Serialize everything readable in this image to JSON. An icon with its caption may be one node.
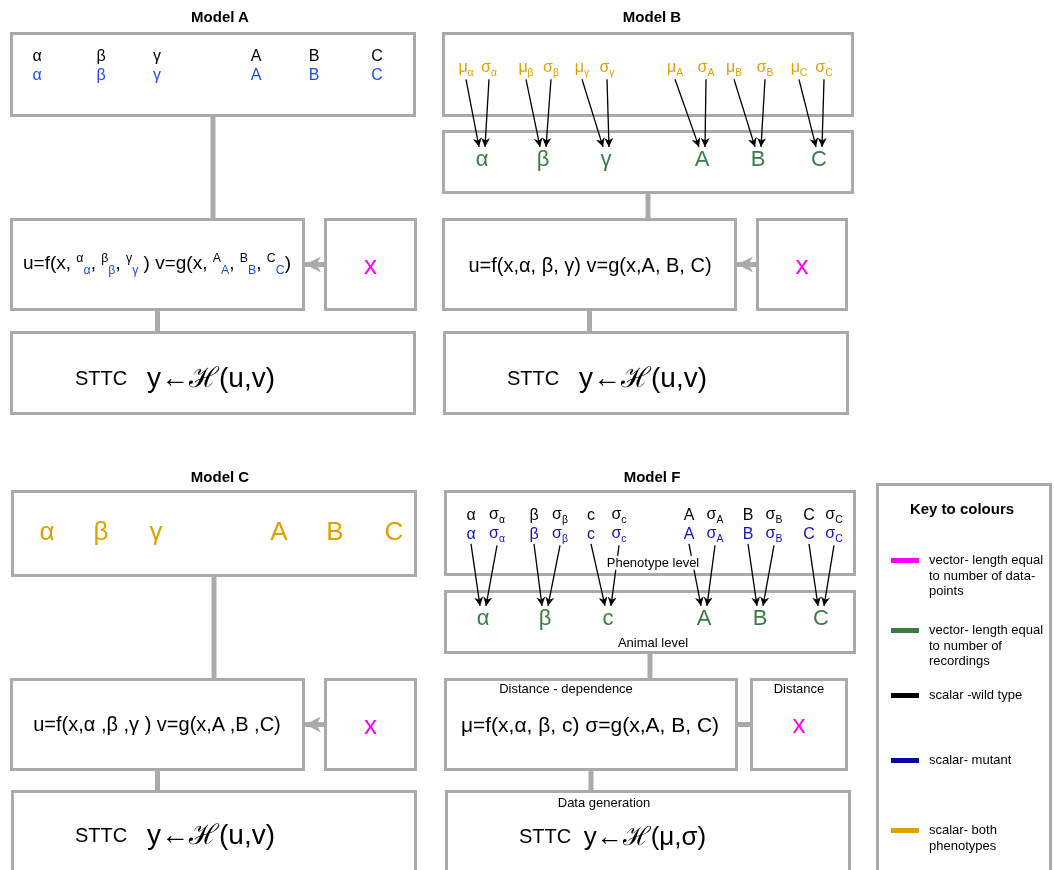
{
  "diagram": {
    "nodes": [
      {
        "text": [
          "α",
          "α",
          "β",
          "β",
          "γ",
          "γ",
          "A",
          "A",
          "B",
          "B",
          "C",
          "C"
        ]
      },
      {
        "text": [
          "u=f(x, $^{α}$$_{α}$, $^{β}$$_{β}$, $^{γ}$$_{γ}$ ) v=g(x, $^{A}$$_{A}$, $^{B}$$_{B}$, $^{C}$$_{C}$)"
        ]
      },
      {
        "text": [
          "x"
        ]
      },
      {
        "text": [
          "STTC",
          "y←ℋ(u,v)"
        ]
      },
      {
        "text": [],
        "shape": "box"
      },
      {
        "text": [
          "μ$_{α}$"
        ],
        "in": 4
      },
      {
        "text": [
          "σ$_{α}$"
        ],
        "in": 4
      },
      {
        "text": [
          "μ$_{β}$"
        ],
        "in": 4
      },
      {
        "text": [
          "σ$_{β}$"
        ],
        "in": 4
      },
      {
        "text": [
          "μ$_{γ}$"
        ],
        "in": 4
      },
      {
        "text": [
          "σ$_{γ}$"
        ],
        "in": 4
      },
      {
        "text": [
          "μ$_{A}$"
        ],
        "in": 4
      },
      {
        "text": [
          "σ$_{A}$"
        ],
        "in": 4
      },
      {
        "text": [
          "μ$_{B}$"
        ],
        "in": 4
      },
      {
        "text": [
          "σ$_{B}$"
        ],
        "in": 4
      },
      {
        "text": [
          "μ$_{C}$"
        ],
        "in": 4
      },
      {
        "text": [
          "σ$_{C}$"
        ],
        "in": 4
      },
      {
        "text": [],
        "shape": "box"
      },
      {
        "text": [
          "α"
        ],
        "in": 17
      },
      {
        "text": [
          "β"
        ],
        "in": 17
      },
      {
        "text": [
          "γ"
        ],
        "in": 17
      },
      {
        "text": [
          "A"
        ],
        "in": 17
      },
      {
        "text": [
          "B"
        ],
        "in": 17
      },
      {
        "text": [
          "C"
        ],
        "in": 17
      },
      {
        "text": [
          "u=f(x,α, β, γ) v=g(x,A, B, C)"
        ]
      },
      {
        "text": [
          "x"
        ]
      },
      {
        "text": [
          "STTC",
          "y←ℋ(u,v)"
        ]
      },
      {
        "text": [
          "α",
          "β",
          "γ",
          "A",
          "B",
          "C"
        ]
      },
      {
        "text": [
          "u=f(x,α ,β ,γ ) v=g(x,A ,B ,C)"
        ]
      },
      {
        "text": [
          "x"
        ]
      },
      {
        "text": [
          "STTC",
          "y←ℋ(u,v)"
        ]
      },
      {
        "text": [
          "α",
          "σ$_{α}$",
          "β",
          "σ$_{β}$",
          "c",
          "σ$_{c}$",
          "A",
          "σ$_{A}$",
          "B",
          "σ$_{B}$",
          "C",
          "σ$_{C}$",
          "Phenotype level"
        ]
      },
      {
        "text": [
          "α"
        ],
        "in": 31
      },
      {
        "text": [
          "σ$_{α}$"
        ],
        "in": 31
      },
      {
        "text": [
          "β"
        ],
        "in": 31
      },
      {
        "text": [
          "σ$_{β}$"
        ],
        "in": 31
      },
      {
        "text": [
          "c"
        ],
        "in": 31
      },
      {
        "text": [
          "σ$_{c}$"
        ],
        "in": 31
      },
      {
        "text": [
          "A"
        ],
        "in": 31
      },
      {
        "text": [
          "σ$_{A}$"
        ],
        "in": 31
      },
      {
        "text": [
          "B"
        ],
        "in": 31
      },
      {
        "text": [
          "σ$_{B}$"
        ],
        "in": 31
      },
      {
        "text": [
          "C"
        ],
        "in": 31
      },
      {
        "text": [
          "σ$_{C}$"
        ],
        "in": 31
      },
      {
        "text": [
          "Animal level"
        ]
      },
      {
        "text": [
          "α"
        ],
        "in": 44
      },
      {
        "text": [
          "β"
        ],
        "in": 44
      },
      {
        "text": [
          "c"
        ],
        "in": 44
      },
      {
        "text": [
          "A"
        ],
        "in": 44
      },
      {
        "text": [
          "B"
        ],
        "in": 44
      },
      {
        "text": [
          "C"
        ],
        "in": 44
      },
      {
        "text": [
          "Distance - dependence",
          "μ=f(x,α, β, c) σ=g(x,A, B, C)"
        ]
      },
      {
        "text": [
          "Distance",
          "x"
        ]
      },
      {
        "text": [
          "Data generation",
          "STTC",
          "y←ℋ(μ,σ)"
        ]
      }
    ],
    "edges": [
      {
        "from": 0,
        "to": 1,
        "arrow": "none",
        "style": "thick",
        "color": "#aaaaaa"
      },
      {
        "from": 2,
        "to": 1,
        "arrow": "to",
        "style": "thick",
        "color": "#aaaaaa"
      },
      {
        "from": 1,
        "to": 3,
        "arrow": "none",
        "style": "thick",
        "color": "#aaaaaa"
      },
      {
        "from": 5,
        "to": 18,
        "arrow": "to"
      },
      {
        "from": 6,
        "to": 18,
        "arrow": "to"
      },
      {
        "from": 7,
        "to": 19,
        "arrow": "to"
      },
      {
        "from": 8,
        "to": 19,
        "arrow": "to"
      },
      {
        "from": 9,
        "to": 20,
        "arrow": "to"
      },
      {
        "from": 10,
        "to": 20,
        "arrow": "to"
      },
      {
        "from": 11,
        "to": 21,
        "arrow": "to"
      },
      {
        "from": 12,
        "to": 21,
        "arrow": "to"
      },
      {
        "from": 13,
        "to": 22,
        "arrow": "to"
      },
      {
        "from": 14,
        "to": 22,
        "arrow": "to"
      },
      {
        "from": 15,
        "to": 23,
        "arrow": "to"
      },
      {
        "from": 16,
        "to": 23,
        "arrow": "to"
      },
      {
        "from": 17,
        "to": 24,
        "arrow": "none",
        "style": "thick",
        "color": "#aaaaaa"
      },
      {
        "from": 25,
        "to": 24,
        "arrow": "to",
        "style": "thick",
        "color": "#aaaaaa"
      },
      {
        "from": 24,
        "to": 26,
        "arrow": "none",
        "style": "thick",
        "color": "#aaaaaa"
      },
      {
        "from": 27,
        "to": 28,
        "arrow": "none",
        "style": "thick",
        "color": "#aaaaaa"
      },
      {
        "from": 29,
        "to": 28,
        "arrow": "to",
        "style": "thick",
        "color": "#aaaaaa"
      },
      {
        "from": 28,
        "to": 30,
        "arrow": "none",
        "style": "thick",
        "color": "#aaaaaa"
      },
      {
        "from": 32,
        "to": 45,
        "arrow": "to"
      },
      {
        "from": 33,
        "to": 45,
        "arrow": "to"
      },
      {
        "from": 34,
        "to": 46,
        "arrow": "to"
      },
      {
        "from": 35,
        "to": 46,
        "arrow": "to"
      },
      {
        "from": 36,
        "to": 47,
        "arrow": "to"
      },
      {
        "from": 37,
        "to": 47,
        "arrow": "to"
      },
      {
        "from": 38,
        "to": 48,
        "arrow": "to"
      },
      {
        "from": 39,
        "to": 48,
        "arrow": "to"
      },
      {
        "from": 40,
        "to": 49,
        "arrow": "to"
      },
      {
        "from": 41,
        "to": 49,
        "arrow": "to"
      },
      {
        "from": 42,
        "to": 50,
        "arrow": "to"
      },
      {
        "from": 43,
        "to": 50,
        "arrow": "to"
      },
      {
        "from": 44,
        "to": 51,
        "arrow": "none",
        "style": "thick",
        "color": "#aaaaaa"
      },
      {
        "from": 52,
        "to": 51,
        "arrow": "none",
        "style": "thick",
        "color": "#aaaaaa"
      },
      {
        "from": 51,
        "to": 53,
        "arrow": "none",
        "style": "thick",
        "color": "#aaaaaa"
      }
    ],
    "labels": [
      "Model A",
      "Model B",
      "Model C",
      "Model F",
      "Key to colours"
    ],
    "legend": [
      {
        "text": "vector- length equal to number of data-points",
        "color": "#ff00ff"
      },
      {
        "text": "vector- length equal to number of recordings",
        "color": "#3a7d44"
      },
      {
        "text": "scalar -wild type",
        "color": "#000000"
      },
      {
        "text": "scalar- mutant",
        "color": "#0a0aa0"
      },
      {
        "text": "scalar- both phenotypes",
        "color": "#e0a000"
      }
    ]
  }
}
